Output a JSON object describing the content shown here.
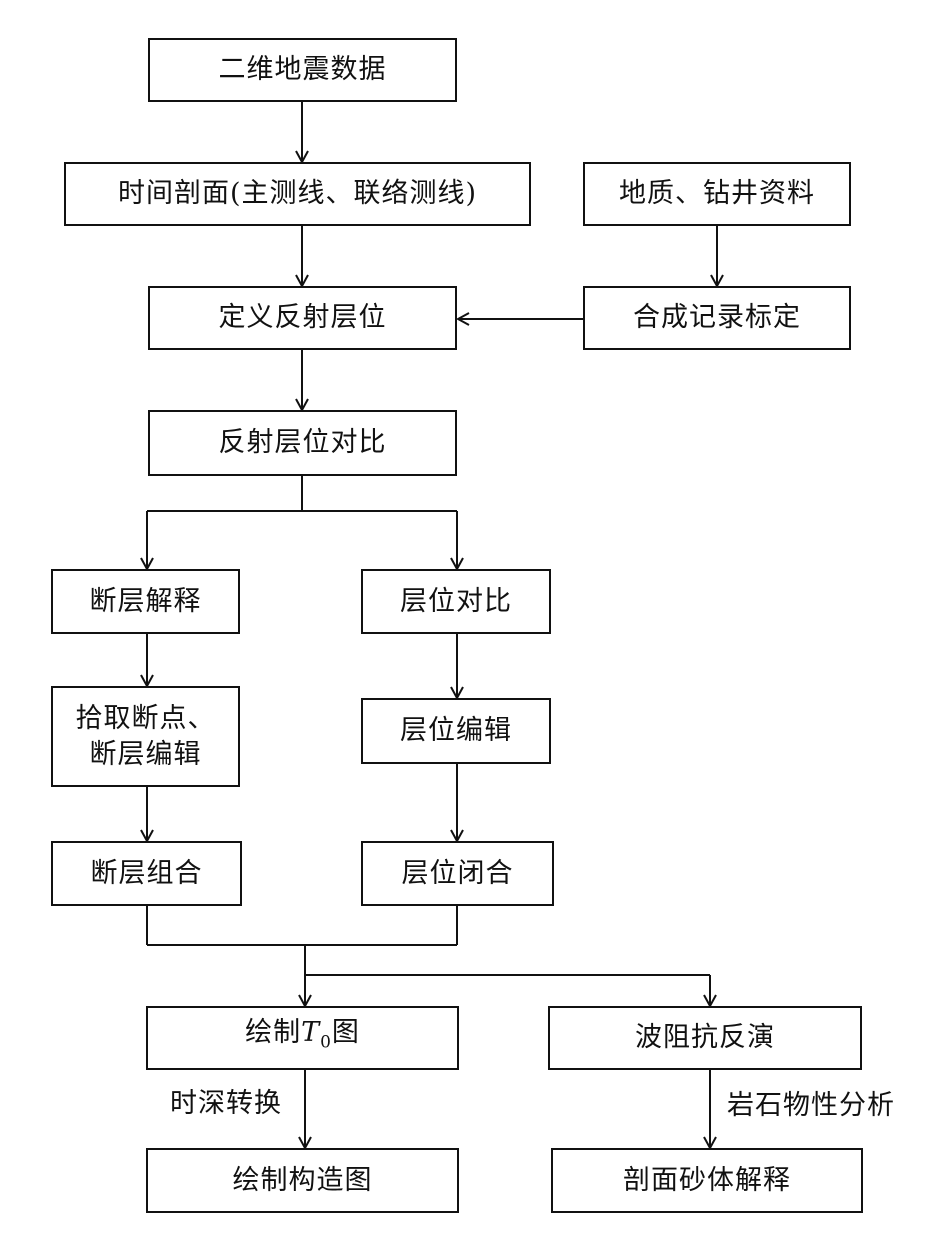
{
  "nodes": {
    "seismic_2d": "二维地震数据",
    "time_section": "时间剖面(主测线、联络测线)",
    "geology_well": "地质、钻井资料",
    "define_horizon": "定义反射层位",
    "synthetic_calibration": "合成记录标定",
    "horizon_correlation_main": "反射层位对比",
    "fault_interpretation": "断层解释",
    "horizon_correlation": "层位对比",
    "pick_fault_points_line1": "拾取断点、",
    "pick_fault_points_line2": "断层编辑",
    "horizon_edit": "层位编辑",
    "fault_combination": "断层组合",
    "horizon_closure": "层位闭合",
    "draw_t0_prefix": "绘制",
    "draw_t0_italic": "T",
    "draw_t0_sub": "0",
    "draw_t0_suffix": "图",
    "impedance_inversion": "波阻抗反演",
    "draw_structure_map": "绘制构造图",
    "section_sand_interpretation": "剖面砂体解释"
  },
  "edge_labels": {
    "time_depth_conversion": "时深转换",
    "rock_physics_analysis": "岩石物性分析"
  }
}
